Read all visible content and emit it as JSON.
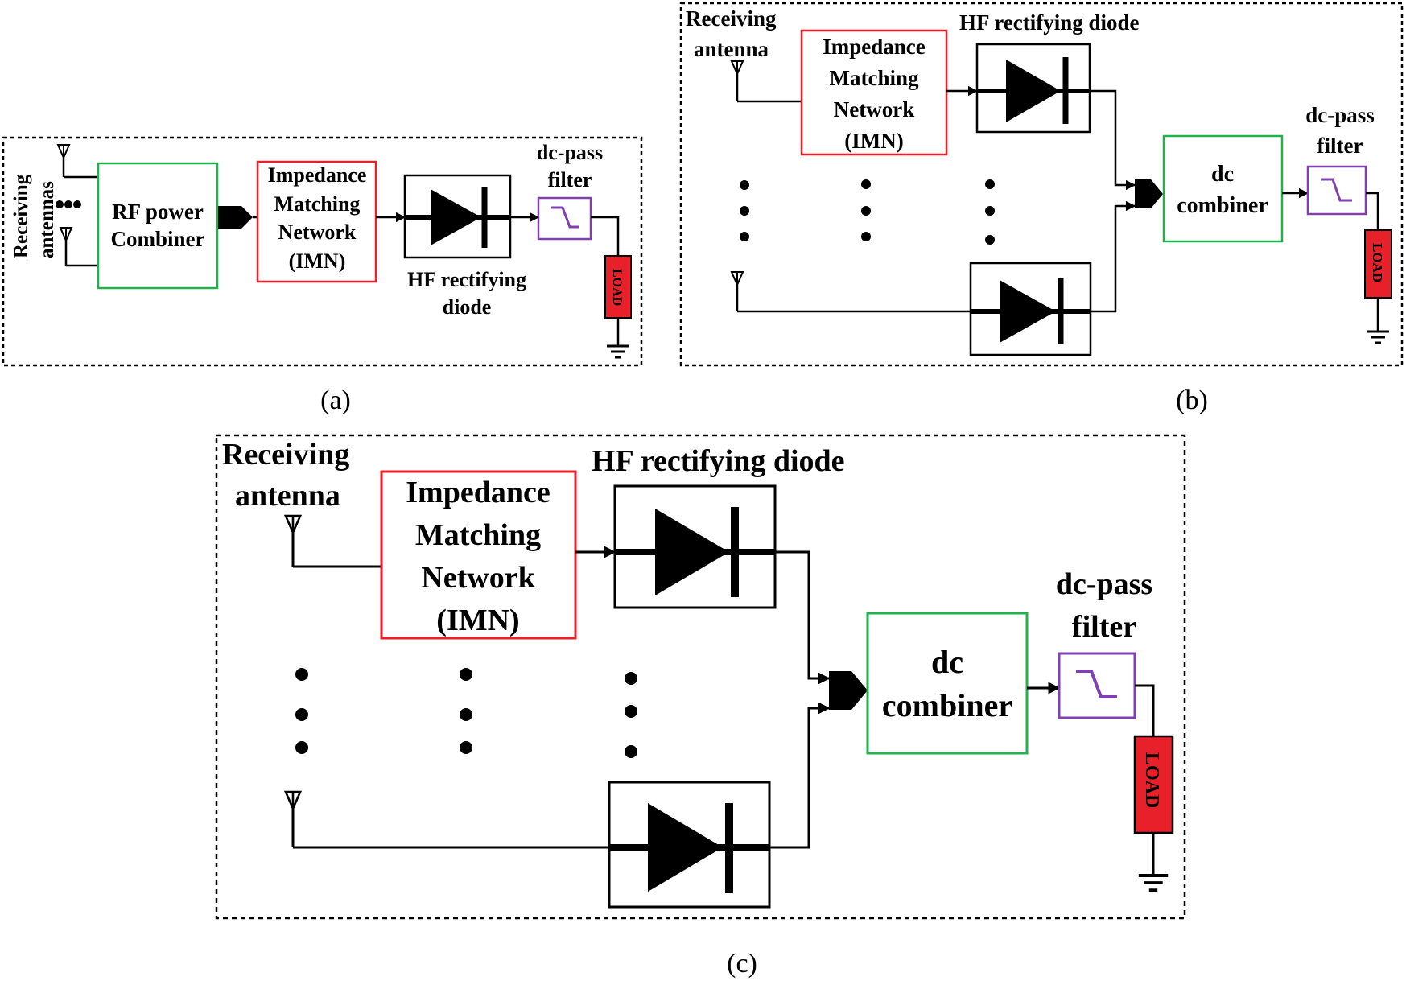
{
  "colors": {
    "rf_combiner": "#22b14c",
    "imn": "#e8202a",
    "filter": "#8040b0",
    "dc_combiner": "#22b14c",
    "load_fill": "#e8202a"
  },
  "panel_a": {
    "caption": "(a)",
    "receiving_label_1": "Receiving",
    "receiving_label_2": "antennas",
    "rf_combiner_1": "RF power",
    "rf_combiner_2": "Combiner",
    "imn_1": "Impedance",
    "imn_2": "Matching",
    "imn_3": "Network",
    "imn_4": "(IMN)",
    "diode_1": "HF rectifying",
    "diode_2": "diode",
    "filter_1": "dc-pass",
    "filter_2": "filter",
    "load": "LOAD"
  },
  "panel_b": {
    "caption": "(b)",
    "receiving_1": "Receiving",
    "receiving_2": "antenna",
    "imn_1": "Impedance",
    "imn_2": "Matching",
    "imn_3": "Network",
    "imn_4": "(IMN)",
    "diode": "HF rectifying diode",
    "dc_combiner_1": "dc",
    "dc_combiner_2": "combiner",
    "filter_1": "dc-pass",
    "filter_2": "filter",
    "load": "LOAD"
  },
  "panel_c": {
    "caption": "(c)",
    "receiving_1": "Receiving",
    "receiving_2": "antenna",
    "imn_1": "Impedance",
    "imn_2": "Matching",
    "imn_3": "Network",
    "imn_4": "(IMN)",
    "diode": "HF rectifying diode",
    "dc_combiner_1": "dc",
    "dc_combiner_2": "combiner",
    "filter_1": "dc-pass",
    "filter_2": "filter",
    "load": "LOAD"
  }
}
